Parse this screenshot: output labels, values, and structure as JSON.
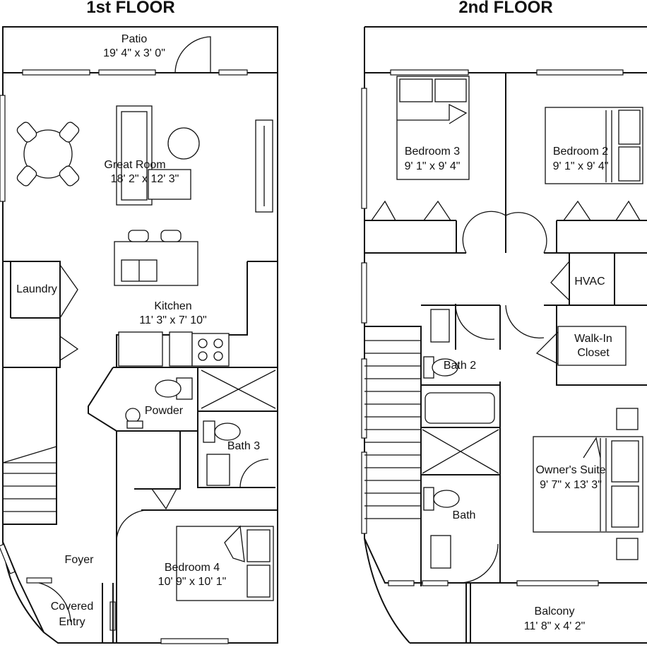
{
  "floors": {
    "first": {
      "title": "1st FLOOR",
      "rooms": {
        "patio": {
          "name": "Patio",
          "size": "19' 4\" x 3' 0\""
        },
        "great_room": {
          "name": "Great Room",
          "size": "18' 2\" x 12' 3\""
        },
        "laundry": {
          "name": "Laundry"
        },
        "kitchen": {
          "name": "Kitchen",
          "size": "11' 3\" x 7' 10\""
        },
        "powder": {
          "name": "Powder"
        },
        "bath3": {
          "name": "Bath 3"
        },
        "foyer": {
          "name": "Foyer"
        },
        "bedroom4": {
          "name": "Bedroom 4",
          "size": "10' 9\" x 10' 1\""
        },
        "covered_entry": {
          "line1": "Covered",
          "line2": "Entry"
        }
      }
    },
    "second": {
      "title": "2nd FLOOR",
      "rooms": {
        "bedroom3": {
          "name": "Bedroom 3",
          "size": "9' 1\" x 9' 4\""
        },
        "bedroom2": {
          "name": "Bedroom 2",
          "size": "9' 1\" x 9' 4\""
        },
        "hvac": {
          "name": "HVAC"
        },
        "walkin": {
          "line1": "Walk-In",
          "line2": "Closet"
        },
        "bath2": {
          "name": "Bath 2"
        },
        "owners_suite": {
          "name": "Owner's Suite",
          "size": "9' 7\" x 13' 3\""
        },
        "bath": {
          "name": "Bath"
        },
        "balcony": {
          "name": "Balcony",
          "size": "11' 8\" x 4' 2\""
        }
      }
    }
  }
}
